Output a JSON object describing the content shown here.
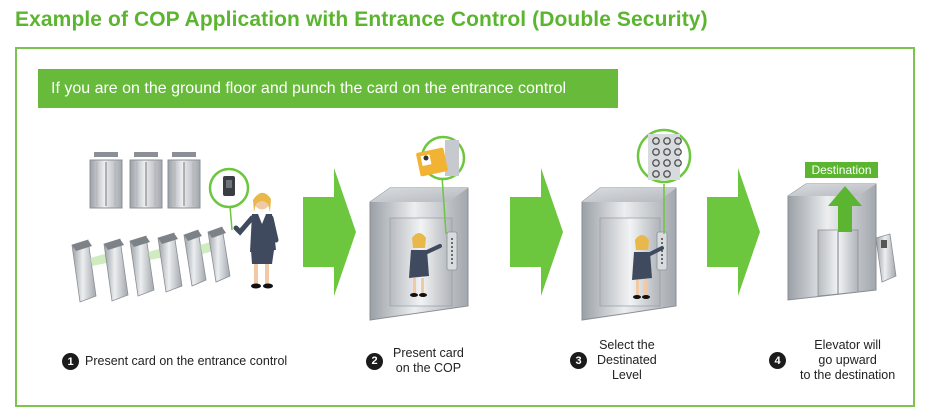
{
  "title": "Example of COP Application with Entrance Control (Double Security)",
  "banner": "If you are on the ground floor and punch the card on the entrance control",
  "destination_label": "Destination",
  "steps": [
    {
      "number": "1",
      "lines": [
        "Present card on the entrance control"
      ]
    },
    {
      "number": "2",
      "lines": [
        "Present card",
        "on the COP"
      ]
    },
    {
      "number": "3",
      "lines": [
        "Select the",
        "Destinated",
        "Level"
      ]
    },
    {
      "number": "4",
      "lines": [
        "Elevator will",
        "go upward",
        "to the destination"
      ]
    }
  ],
  "colors": {
    "accent": "#5cb531",
    "banner": "#68bb3a",
    "arrow": "#6cc63e"
  }
}
